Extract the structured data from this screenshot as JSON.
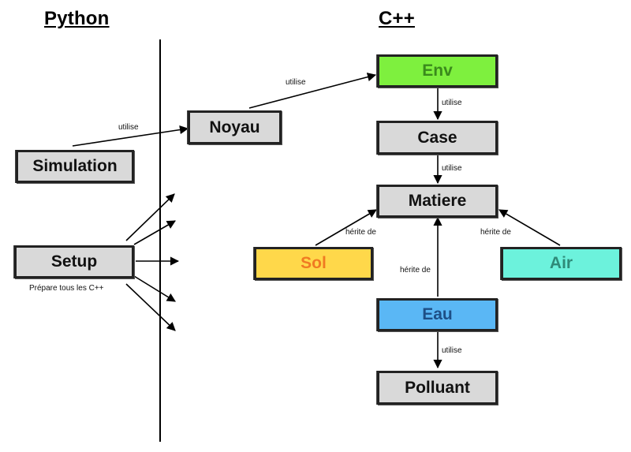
{
  "headings": {
    "python": "Python",
    "cpp": "C++"
  },
  "nodes": {
    "simulation": "Simulation",
    "setup": "Setup",
    "noyau": "Noyau",
    "env": "Env",
    "case": "Case",
    "matiere": "Matiere",
    "sol": "Sol",
    "air": "Air",
    "eau": "Eau",
    "polluant": "Polluant"
  },
  "edge_labels": {
    "simulation_noyau": "utilise",
    "noyau_env": "utilise",
    "env_case": "utilise",
    "case_matiere": "utilise",
    "sol_matiere": "hérite de",
    "air_matiere": "hérite de",
    "eau_matiere": "hérite de",
    "eau_polluant": "utilise"
  },
  "setup_caption": "Prépare tous les C++",
  "colors": {
    "default_fill": "#d9d9d9",
    "env_fill": "#7ef03e",
    "env_text": "#3a8a1c",
    "sol_fill": "#ffd84a",
    "sol_text": "#f07a22",
    "air_fill": "#6cf2dc",
    "air_text": "#2f8a78",
    "eau_fill": "#5ab7f5",
    "eau_text": "#1e4f86"
  }
}
